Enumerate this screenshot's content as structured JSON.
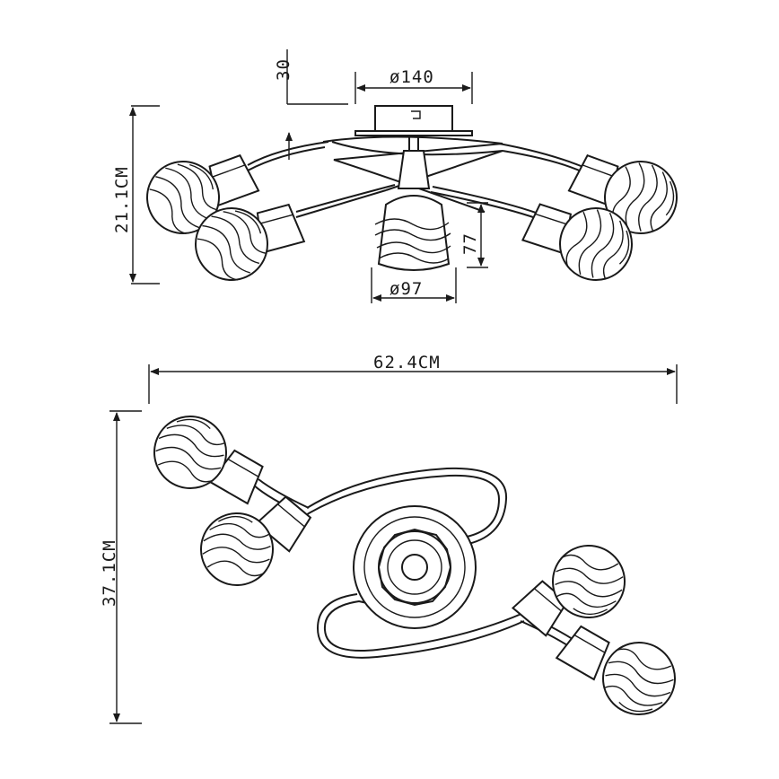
{
  "dimensions": {
    "top_offset": "30",
    "plate_diameter": "ø140",
    "height_side": "21.1CM",
    "shade_height": "77",
    "shade_diameter": "ø97",
    "width_top": "62.4CM",
    "depth_side": "37.1CM"
  }
}
